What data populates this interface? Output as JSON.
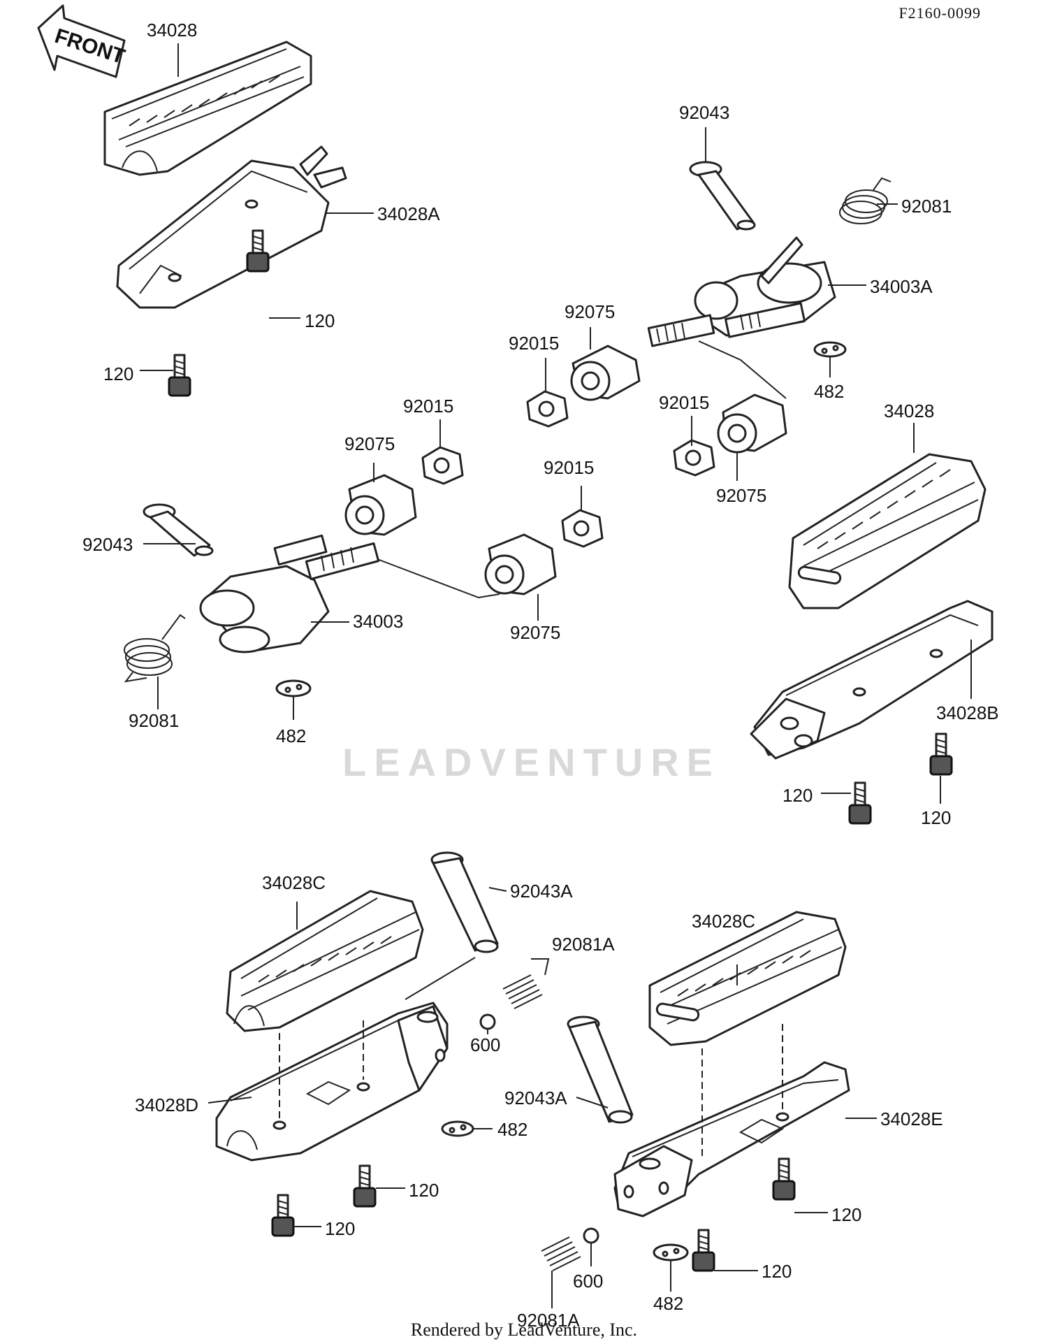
{
  "diagram_code": "F2160-0099",
  "front_label": "FRONT",
  "watermark": "LEADVENTURE",
  "footer": "Rendered by LeadVenture, Inc.",
  "part_labels": [
    {
      "id": "a1",
      "text": "34028"
    },
    {
      "id": "a2",
      "text": "34028A"
    },
    {
      "id": "a3",
      "text": "120"
    },
    {
      "id": "a4",
      "text": "120"
    },
    {
      "id": "b1",
      "text": "92043"
    },
    {
      "id": "b2",
      "text": "92081"
    },
    {
      "id": "b3",
      "text": "34003A"
    },
    {
      "id": "b4",
      "text": "92075"
    },
    {
      "id": "b5",
      "text": "92015"
    },
    {
      "id": "b6",
      "text": "482"
    },
    {
      "id": "b7",
      "text": "92015"
    },
    {
      "id": "b8",
      "text": "92075"
    },
    {
      "id": "c1",
      "text": "92015"
    },
    {
      "id": "c2",
      "text": "92075"
    },
    {
      "id": "c3",
      "text": "92015"
    },
    {
      "id": "c4",
      "text": "92043"
    },
    {
      "id": "c5",
      "text": "34003"
    },
    {
      "id": "c6",
      "text": "92075"
    },
    {
      "id": "c7",
      "text": "92081"
    },
    {
      "id": "c8",
      "text": "482"
    },
    {
      "id": "d1",
      "text": "34028"
    },
    {
      "id": "d2",
      "text": "34028B"
    },
    {
      "id": "d3",
      "text": "120"
    },
    {
      "id": "d4",
      "text": "120"
    },
    {
      "id": "e1",
      "text": "34028C"
    },
    {
      "id": "e2",
      "text": "92043A"
    },
    {
      "id": "e3",
      "text": "92081A"
    },
    {
      "id": "e4",
      "text": "600"
    },
    {
      "id": "e5",
      "text": "34028D"
    },
    {
      "id": "e6",
      "text": "482"
    },
    {
      "id": "e7",
      "text": "120"
    },
    {
      "id": "e8",
      "text": "120"
    },
    {
      "id": "f1",
      "text": "34028C"
    },
    {
      "id": "f2",
      "text": "92043A"
    },
    {
      "id": "f3",
      "text": "34028E"
    },
    {
      "id": "f4",
      "text": "120"
    },
    {
      "id": "f5",
      "text": "600"
    },
    {
      "id": "f6",
      "text": "120"
    },
    {
      "id": "f7",
      "text": "482"
    },
    {
      "id": "f8",
      "text": "92081A"
    }
  ]
}
